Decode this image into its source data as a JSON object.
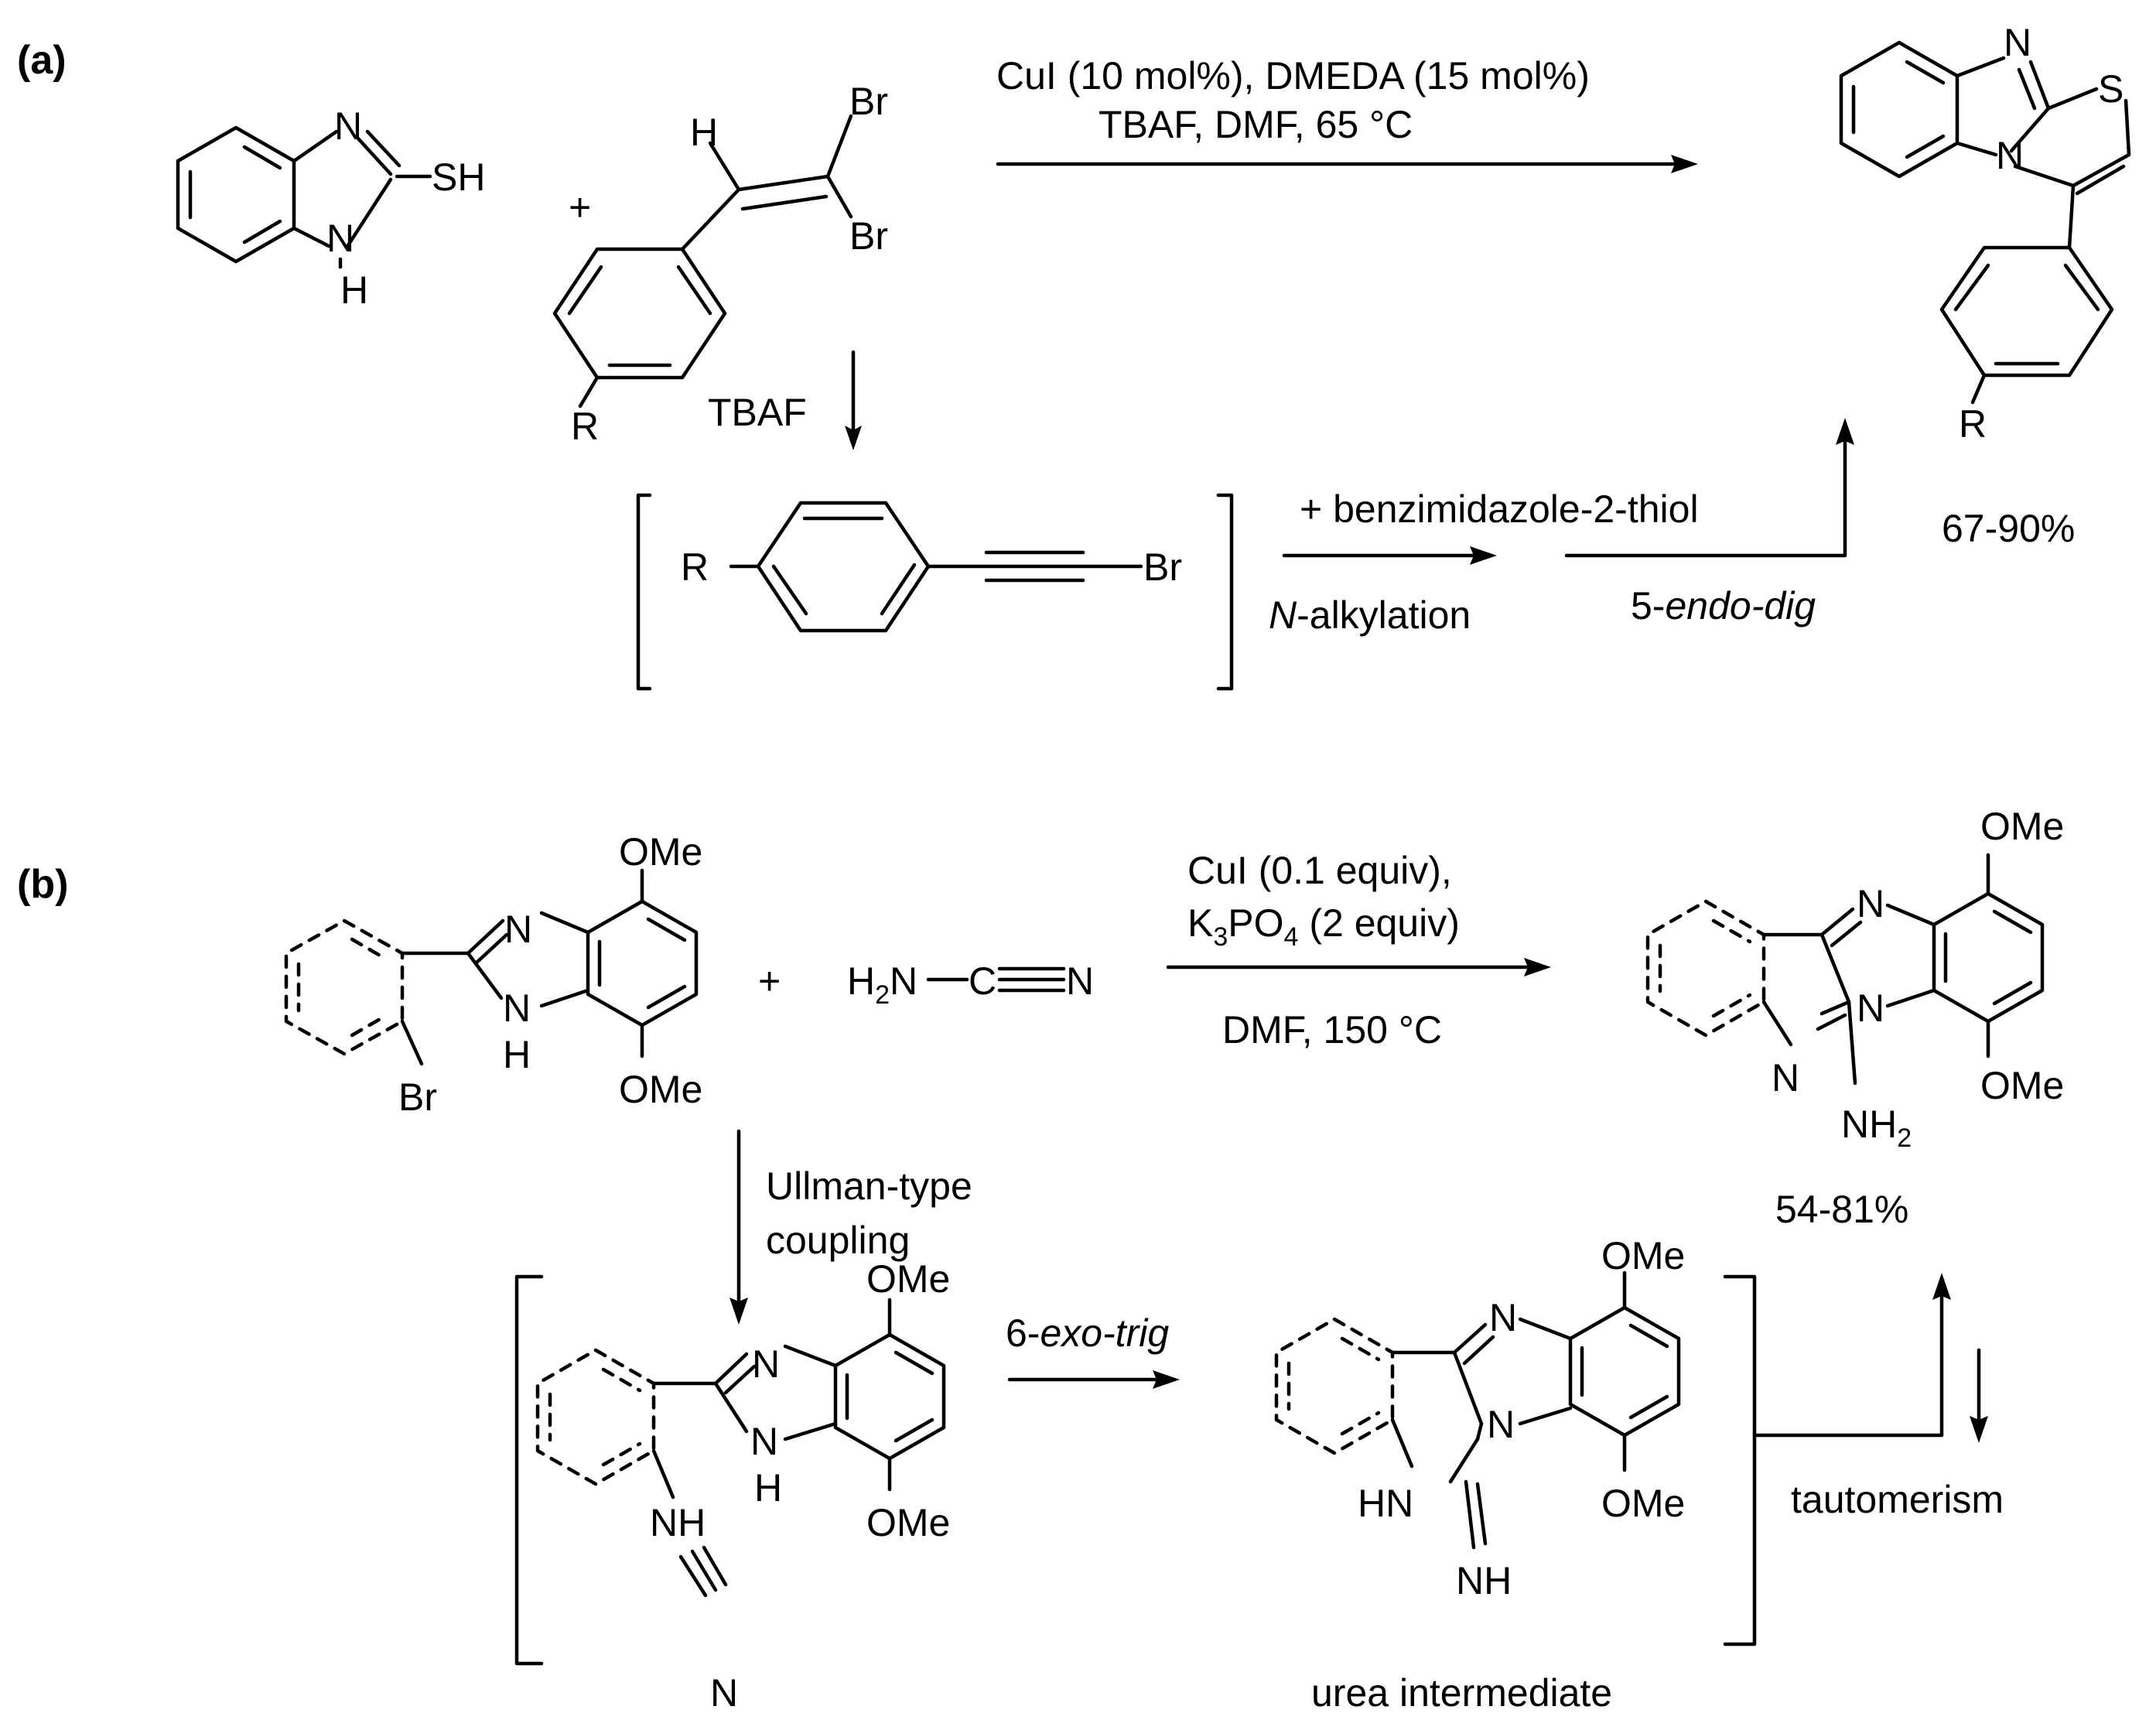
{
  "panels": {
    "a": "(a)",
    "b": "(b)"
  },
  "atoms": {
    "n": "N",
    "s": "S",
    "sh": "SH",
    "h": "H",
    "br": "Br",
    "r": "R",
    "ome": "OMe",
    "nh": "NH",
    "hn": "HN",
    "h2n": "H",
    "h2n_n": "N",
    "h2n_sub": "2",
    "c": "C",
    "nh2": "NH",
    "nh2_sub": "2"
  },
  "plus": "+",
  "a": {
    "cond_line1": "CuI (10 mol%), DMEDA (15 mol%)",
    "cond_line2": "TBAF, DMF, 65 °C",
    "tbaf": "TBAF",
    "reagent": "+ benzimidazole-2-thiol",
    "step1_prefix": "N",
    "step1_suffix": "-alkylation",
    "step2_prefix": "5-",
    "step2_italic": "endo-dig",
    "yield": "67-90%"
  },
  "b": {
    "cond_line1": "CuI (0.1 equiv),",
    "cond_k3": "K",
    "cond_k3_sub1": "3",
    "cond_po4": "PO",
    "cond_po4_sub": "4",
    "cond_equiv": " (2 equiv)",
    "cond_line3": "DMF, 150 °C",
    "ullman_line1": "Ullman-type",
    "ullman_line2": "coupling",
    "step_prefix": "6-",
    "step_italic": "exo-trig",
    "urea": "urea intermediate",
    "tautomerism": "tautomerism",
    "yield": "54-81%"
  }
}
